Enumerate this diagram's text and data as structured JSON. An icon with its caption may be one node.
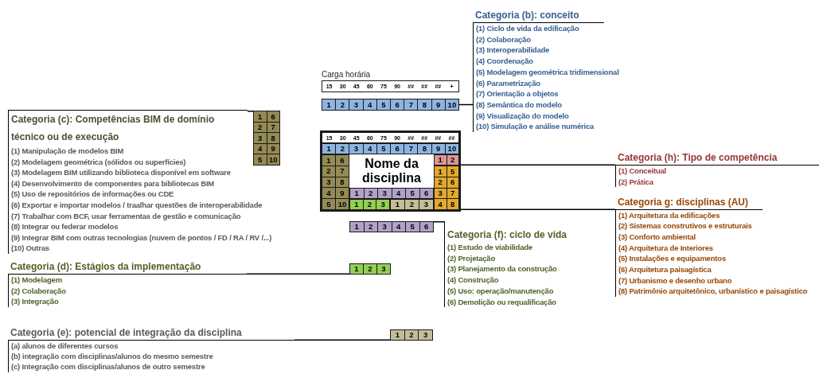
{
  "diagram": {
    "nodes": [
      {
        "text": [
          "Categoria (b): conceito",
          "(1) Ciclo de vida da edificação",
          "(2) Colaboração",
          "(3) Interoperabilidade",
          "(4) Coordenação",
          "(5) Modelagem geométrica tridimensional",
          "(6) Parametrização",
          "(7) Orientação a objetos",
          "(8) Semântica do modelo",
          "(9) Visualização do modelo",
          "(10) Simulação e análise numérica"
        ]
      },
      {
        "text": [
          "Carga horária",
          "15",
          "30",
          "45",
          "60",
          "75",
          "90",
          "##",
          "##",
          "##",
          "+"
        ]
      },
      {
        "text": [
          "1",
          "2",
          "3",
          "4",
          "5",
          "6",
          "7",
          "8",
          "9",
          "10"
        ]
      },
      {
        "text": [
          "Categoria (c): Competências BIM de domínio técnico ou de execução",
          "(1) Manipulação de modelos BIM",
          "(2) Modelagem geométrica (sólidos ou superfícies)",
          "(3) Modelagem BIM utilizando biblioteca disponível em software",
          "(4) Desenvolvimento de componentes para bibliotecas BIM",
          "(5) Uso de repositórios de informações ou CDE",
          "(6) Exportar e importar modelos / traalhar questões de interoperabilidade",
          "(7) Trabalhar com BCF, usar ferramentas de gestão e comunicação",
          "(8) Integrar ou federar modelos",
          "(9) Integrar BIM com outras tecnologias (nuvem de pontos / FD / RA / RV /...)",
          "(10) Outras"
        ]
      },
      {
        "text": [
          "1",
          "6",
          "2",
          "7",
          "3",
          "8",
          "4",
          "9",
          "5",
          "10"
        ]
      },
      {
        "text": [
          "Nome da disciplina"
        ]
      },
      {
        "text": [
          "15",
          "30",
          "45",
          "60",
          "75",
          "90",
          "##",
          "##",
          "##",
          "##"
        ],
        "in": 5
      },
      {
        "text": [
          "1",
          "2",
          "3",
          "4",
          "5",
          "6",
          "7",
          "8",
          "9",
          "10"
        ],
        "in": 5
      },
      {
        "text": [
          "1",
          "6",
          "2",
          "7",
          "3",
          "8",
          "4",
          "9",
          "5",
          "10"
        ],
        "in": 5
      },
      {
        "text": [
          "1",
          "2"
        ],
        "in": 5
      },
      {
        "text": [
          "1",
          "5",
          "2",
          "6",
          "3",
          "7",
          "4",
          "8"
        ],
        "in": 5
      },
      {
        "text": [
          "1",
          "2",
          "3",
          "4",
          "5",
          "6"
        ],
        "in": 5
      },
      {
        "text": [
          "1",
          "2",
          "3"
        ],
        "in": 5
      },
      {
        "text": [
          "1",
          "2",
          "3"
        ],
        "in": 5
      },
      {
        "text": [
          "Categoria (h): Tipo de competência",
          "(1) Conceitual",
          "(2) Prática"
        ]
      },
      {
        "text": [
          "Categoria g: disciplinas (AU)",
          "(1) Arquitetura da edificações",
          "(2) Sistemas construtivos e estruturais",
          "(3) Conforto ambiental",
          "(4) Arquitetura de Interiores",
          "(5) Instalações e equipamentos",
          "(6) Arquitetura paisagística",
          "(7) Urbanismo e desenho urbano",
          "(8) Patrimônio arquitetônico, urbanístico e paisagístico"
        ]
      },
      {
        "text": [
          "1",
          "2",
          "3",
          "4",
          "5",
          "6"
        ]
      },
      {
        "text": [
          "Categoria (f): ciclo de vida",
          "(1) Estudo de viabilidade",
          "(2) Projetação",
          "(3) Planejamento da construção",
          "(4) Construção",
          "(5) Uso: operação/manutenção",
          "(6) Demolição ou requalificação"
        ]
      },
      {
        "text": [
          "Categoria (d): Estágios da implementação",
          "(1) Modelagem",
          "(2) Colaboração",
          "(3) Integração"
        ]
      },
      {
        "text": [
          "1",
          "2",
          "3"
        ]
      },
      {
        "text": [
          "Categoria (e): potencial de integração da disciplina",
          "(a) alunos de diferentes cursos",
          "(b) integração com disciplinas/alunos do mesmo semestre",
          "(c) Integração com disciplinas/alunos de outro semestre"
        ]
      },
      {
        "text": [
          "1",
          "2",
          "3"
        ]
      }
    ],
    "edges": [
      {
        "from": 2,
        "to": 0,
        "arrow": "none"
      },
      {
        "from": 4,
        "to": 3,
        "arrow": "none"
      },
      {
        "from": 9,
        "to": 14,
        "arrow": "none"
      },
      {
        "from": 10,
        "to": 15,
        "arrow": "none"
      },
      {
        "from": 16,
        "to": 17,
        "arrow": "none"
      },
      {
        "from": 19,
        "to": 18,
        "arrow": "none"
      },
      {
        "from": 21,
        "to": 20,
        "arrow": "none"
      }
    ]
  }
}
